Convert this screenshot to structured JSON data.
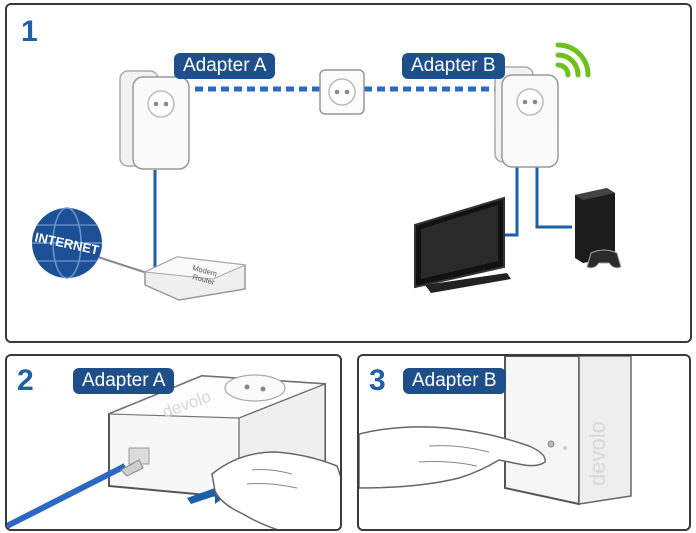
{
  "panel1": {
    "step": "1",
    "adapter_a_label": "Adapter A",
    "adapter_b_label": "Adapter B",
    "internet_label": "INTERNET",
    "router_label_line1": "Modem",
    "router_label_line2": "Router"
  },
  "panel2": {
    "step": "2",
    "adapter_label": "Adapter A",
    "brand": "devolo"
  },
  "panel3": {
    "step": "3",
    "adapter_label": "Adapter B",
    "brand": "devolo"
  },
  "colors": {
    "accent_blue": "#1f5ea8",
    "label_bg": "#1f4f8a",
    "powerline_dash": "#2a68c2",
    "wifi_green": "#6cc21a",
    "globe_blue": "#1c4f96"
  }
}
